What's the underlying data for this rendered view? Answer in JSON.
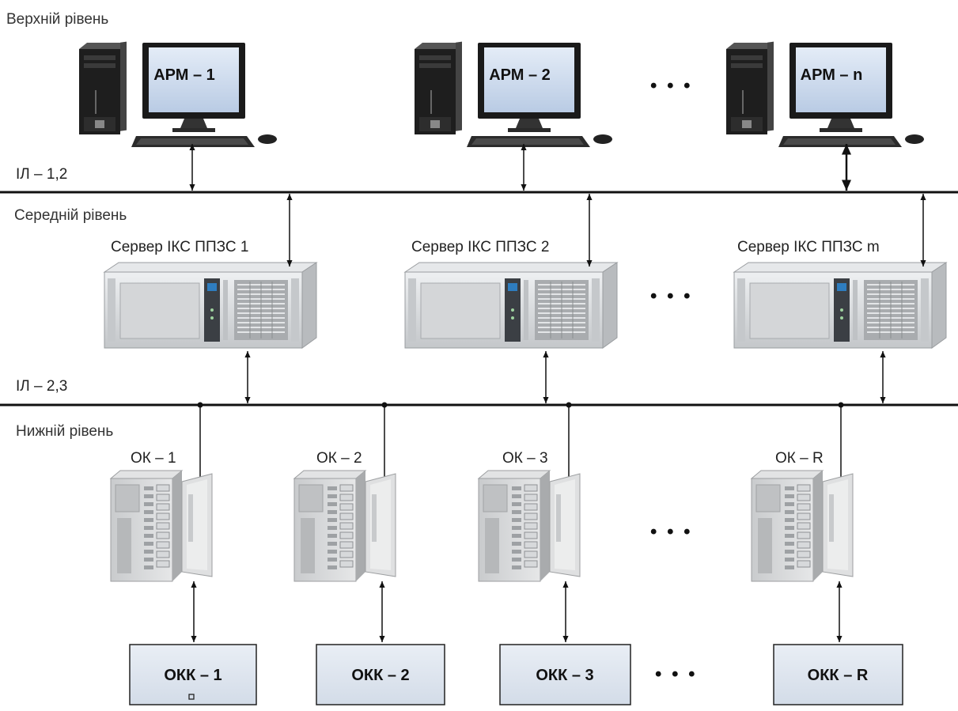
{
  "levels": {
    "top": "Верхній рівень",
    "middle": "Середній рівень",
    "bottom": "Нижній рівень"
  },
  "buses": {
    "bus1": "ІЛ – 1,2",
    "bus2": "ІЛ – 2,3"
  },
  "workstations": [
    "АРМ – 1",
    "АРМ – 2",
    "АРМ – n"
  ],
  "servers": [
    "Сервер ІКС ППЗС 1",
    "Сервер ІКС ППЗС 2",
    "Сервер ІКС ППЗС m"
  ],
  "controllers": [
    "ОК – 1",
    "ОК – 2",
    "ОК – 3",
    "ОК – R"
  ],
  "control_objects": [
    "ОКК – 1",
    "ОКК – 2",
    "ОКК – 3",
    "ОКК – R"
  ],
  "ellipsis": "• • •",
  "colors": {
    "line": "#111111",
    "box_fill": "#dde5ef",
    "screen_fill": "#c9d8ee",
    "case_dark": "#2a2a2a",
    "server_metal": "#d9dbdd",
    "controller_body": "#cfd1d3"
  }
}
